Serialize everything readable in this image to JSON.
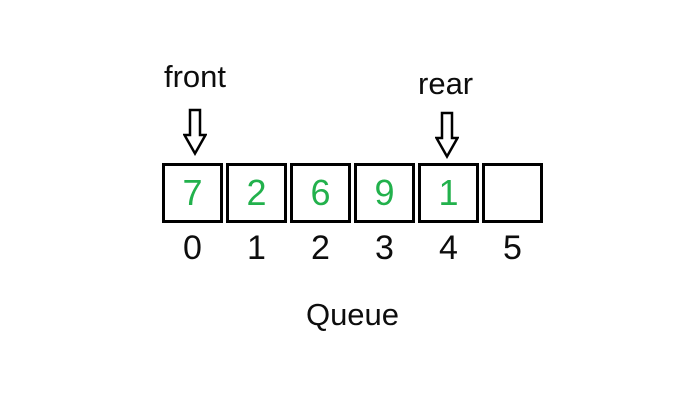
{
  "diagram": {
    "caption": "Queue",
    "colors": {
      "value_green": "#22B14C",
      "line_black": "#000000",
      "background": "#FFFFFF"
    },
    "pointers": {
      "front": {
        "label": "front",
        "points_to_index": 0
      },
      "rear": {
        "label": "rear",
        "points_to_index": 4
      }
    },
    "queue": {
      "cells": [
        {
          "value": "7",
          "index": "0"
        },
        {
          "value": "2",
          "index": "1"
        },
        {
          "value": "6",
          "index": "2"
        },
        {
          "value": "9",
          "index": "3"
        },
        {
          "value": "1",
          "index": "4"
        },
        {
          "value": "",
          "index": "5"
        }
      ]
    }
  }
}
